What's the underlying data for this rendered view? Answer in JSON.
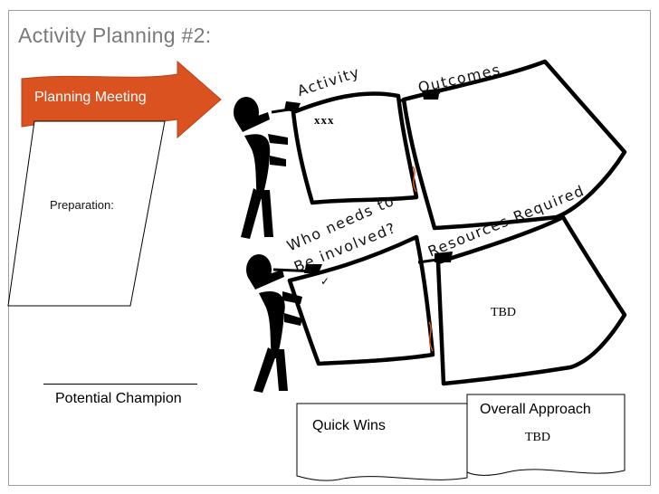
{
  "title": "Activity Planning #2:",
  "planning_meeting": "Planning Meeting",
  "preparation": "Preparation:",
  "potential_champion": "Potential Champion",
  "activity": {
    "label": "Activity",
    "value": "xxx"
  },
  "outcomes": {
    "label": "Outcomes"
  },
  "who_involved": {
    "line1": "Who needs to",
    "line2": "Be involved?",
    "mark": "✓"
  },
  "resources": {
    "label": "Resources Required",
    "value": "TBD"
  },
  "quick_wins": {
    "label": "Quick Wins"
  },
  "overall_approach": {
    "label": "Overall Approach",
    "value": "TBD"
  },
  "colors": {
    "arrow": "#d9521f",
    "frame": "#9e9e9e",
    "ink": "#000000"
  }
}
